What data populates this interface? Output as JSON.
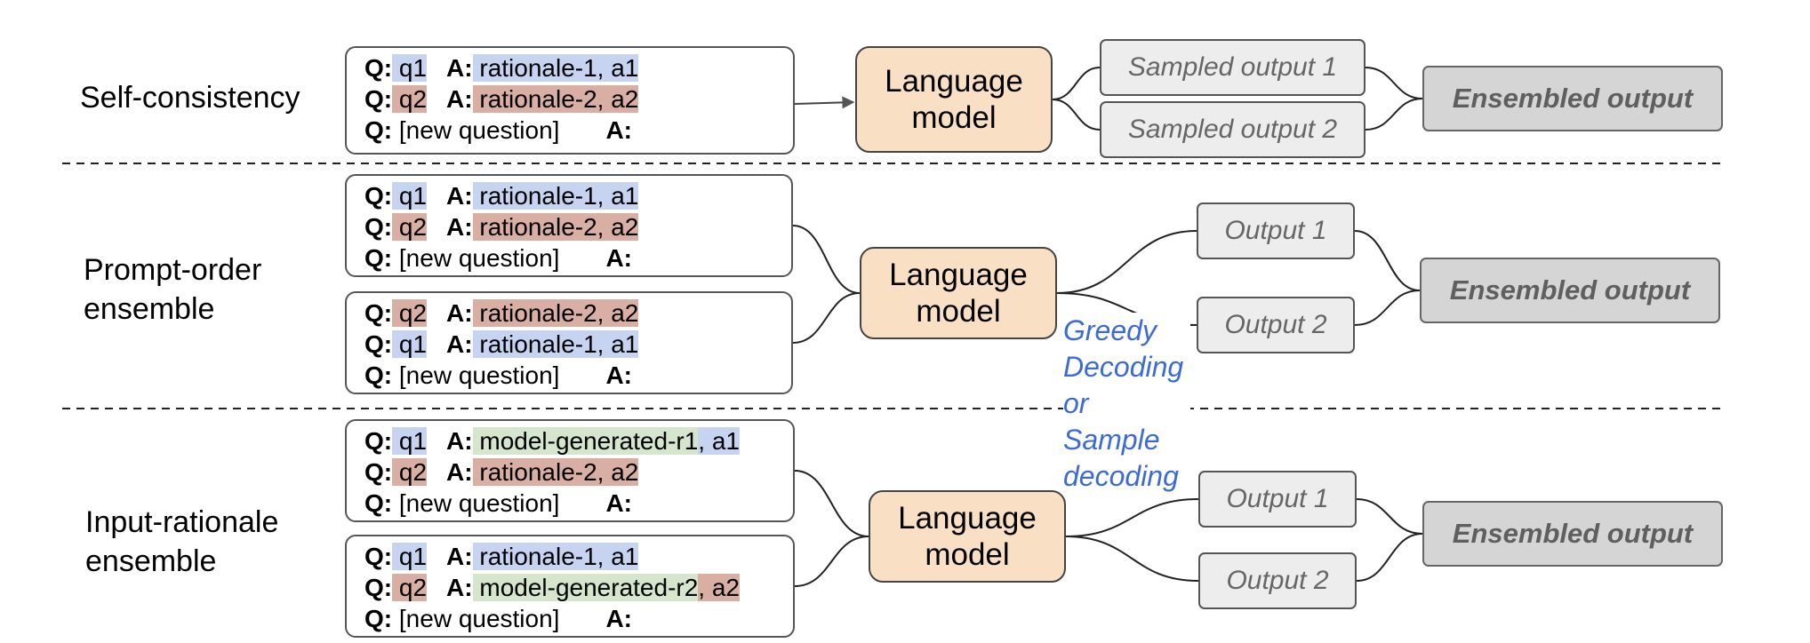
{
  "rows": [
    {
      "label": [
        "Self-consistency"
      ],
      "prompts": [
        [
          [
            [
              "q",
              "Q:"
            ],
            [
              "hb",
              " q1"
            ],
            [
              "g1",
              ""
            ],
            [
              "a",
              "A:"
            ],
            [
              "hb",
              " rationale-1, a1"
            ]
          ],
          [
            [
              "q",
              "Q:"
            ],
            [
              "hr",
              " q2"
            ],
            [
              "g1",
              ""
            ],
            [
              "a",
              "A:"
            ],
            [
              "hr",
              " rationale-2, a2"
            ]
          ],
          [
            [
              "q",
              "Q:"
            ],
            [
              "t",
              " [new question]"
            ],
            [
              "g2",
              ""
            ],
            [
              "a",
              "A:"
            ]
          ]
        ]
      ],
      "model": [
        "Language",
        "model"
      ],
      "outputs": [
        "Sampled output 1",
        "Sampled output 2"
      ],
      "ensemble": "Ensembled output"
    },
    {
      "label": [
        "Prompt-order",
        "ensemble"
      ],
      "prompts": [
        [
          [
            [
              "q",
              "Q:"
            ],
            [
              "hb",
              " q1"
            ],
            [
              "g1",
              ""
            ],
            [
              "a",
              "A:"
            ],
            [
              "hb",
              " rationale-1, a1"
            ]
          ],
          [
            [
              "q",
              "Q:"
            ],
            [
              "hr",
              " q2"
            ],
            [
              "g1",
              ""
            ],
            [
              "a",
              "A:"
            ],
            [
              "hr",
              " rationale-2, a2"
            ]
          ],
          [
            [
              "q",
              "Q:"
            ],
            [
              "t",
              " [new question]"
            ],
            [
              "g2",
              ""
            ],
            [
              "a",
              "A:"
            ]
          ]
        ],
        [
          [
            [
              "q",
              "Q:"
            ],
            [
              "hr",
              " q2"
            ],
            [
              "g1",
              ""
            ],
            [
              "a",
              "A:"
            ],
            [
              "hr",
              " rationale-2, a2"
            ]
          ],
          [
            [
              "q",
              "Q:"
            ],
            [
              "hb",
              " q1"
            ],
            [
              "g1",
              ""
            ],
            [
              "a",
              "A:"
            ],
            [
              "hb",
              " rationale-1, a1"
            ]
          ],
          [
            [
              "q",
              "Q:"
            ],
            [
              "t",
              " [new question]"
            ],
            [
              "g2",
              ""
            ],
            [
              "a",
              "A:"
            ]
          ]
        ]
      ],
      "model": [
        "Language",
        "model"
      ],
      "outputs": [
        "Output 1",
        "Output 2"
      ],
      "ensemble": "Ensembled output"
    },
    {
      "label": [
        "Input-rationale",
        "ensemble"
      ],
      "prompts": [
        [
          [
            [
              "q",
              "Q:"
            ],
            [
              "hb",
              " q1"
            ],
            [
              "g1",
              ""
            ],
            [
              "a",
              "A:"
            ],
            [
              "hg",
              " model-generated-r1"
            ],
            [
              "hb",
              ", a1"
            ]
          ],
          [
            [
              "q",
              "Q:"
            ],
            [
              "hr",
              " q2"
            ],
            [
              "g1",
              ""
            ],
            [
              "a",
              "A:"
            ],
            [
              "hr",
              " rationale-2, a2"
            ]
          ],
          [
            [
              "q",
              "Q:"
            ],
            [
              "t",
              " [new question]"
            ],
            [
              "g2",
              ""
            ],
            [
              "a",
              "A:"
            ]
          ]
        ],
        [
          [
            [
              "q",
              "Q:"
            ],
            [
              "hb",
              " q1"
            ],
            [
              "g1",
              ""
            ],
            [
              "a",
              "A:"
            ],
            [
              "hb",
              " rationale-1, a1"
            ]
          ],
          [
            [
              "q",
              "Q:"
            ],
            [
              "hr",
              " q2"
            ],
            [
              "g1",
              ""
            ],
            [
              "a",
              "A:"
            ],
            [
              "hg",
              " model-generated-r2"
            ],
            [
              "hr",
              ", a2"
            ]
          ],
          [
            [
              "q",
              "Q:"
            ],
            [
              "t",
              " [new question]"
            ],
            [
              "g2",
              ""
            ],
            [
              "a",
              "A:"
            ]
          ]
        ]
      ],
      "model": [
        "Language",
        "model"
      ],
      "outputs": [
        "Output 1",
        "Output 2"
      ],
      "ensemble": "Ensembled output"
    }
  ],
  "decoding_note": [
    "Greedy",
    "Decoding",
    "or",
    "Sample",
    "decoding"
  ],
  "colors": {
    "question_highlight_blue": "#c6d4f2",
    "question_highlight_red": "#d9aea3",
    "generated_highlight_green": "#d6e6cc",
    "language_model_fill": "#f9e0c5",
    "output_fill": "#ededed",
    "ensemble_fill": "#d5d5d5",
    "note_color": "#3c6bd6"
  }
}
